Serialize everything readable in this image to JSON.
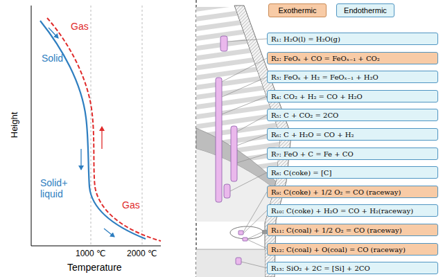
{
  "diagram": {
    "nodes": [
      {
        "text": [
          "R₁: H₂O(l) = H₂O(g)"
        ]
      },
      {
        "text": [
          "R₂: FeOₓ + CO = FeOₓ₋₁ + CO₂"
        ]
      },
      {
        "text": [
          "R₃: FeOₓ + H₂ = FeOₓ₋₁ + H₂O"
        ]
      },
      {
        "text": [
          "R₄: CO₂ + H₂ = CO + H₂O"
        ]
      },
      {
        "text": [
          "R₅: C + CO₂ = 2CO"
        ]
      },
      {
        "text": [
          "R₆: C + H₂O = CO + H₂"
        ]
      },
      {
        "text": [
          "R₇: FeO + C = Fe + CO"
        ]
      },
      {
        "text": [
          "R₈: C(coke) = [C]"
        ]
      },
      {
        "text": [
          "R₉: C(coke) + 1/2 O₂ = CO (raceway)"
        ]
      },
      {
        "text": [
          "R₁₀: C(coke) + H₂O = CO + H₂(raceway)"
        ]
      },
      {
        "text": [
          "R₁₁: C(coal) + 1/2 O₂ = CO (raceway)"
        ]
      },
      {
        "text": [
          "R₁₂: C(coal) + O(coal) = CO (raceway)"
        ]
      },
      {
        "text": [
          "R₁₃: SiO₂ + 2C = [Si] + 2CO"
        ]
      }
    ],
    "labels": [
      "Gas",
      "Solid",
      "Solid+ liquid",
      "Gas",
      "Height",
      "1000 ℃",
      "2000 ℃",
      "Temperature"
    ],
    "legend": [
      {
        "text": "Exothermic",
        "color": "#f8cba6"
      },
      {
        "text": "Endothermic",
        "color": "#dff3f8"
      }
    ]
  }
}
